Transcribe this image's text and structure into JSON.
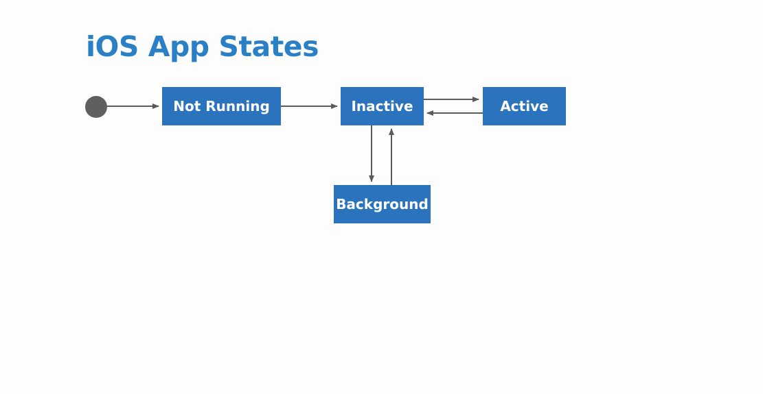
{
  "slide": {
    "title": "iOS App States"
  },
  "diagram": {
    "states": {
      "not_running": "Not Running",
      "inactive": "Inactive",
      "active": "Active",
      "background": "Background"
    },
    "colors": {
      "title": "#2b80c5",
      "state_fill": "#2b74bd",
      "state_text": "#ffffff",
      "connector": "#5a5a5a",
      "start_node": "#5f5f62"
    }
  }
}
